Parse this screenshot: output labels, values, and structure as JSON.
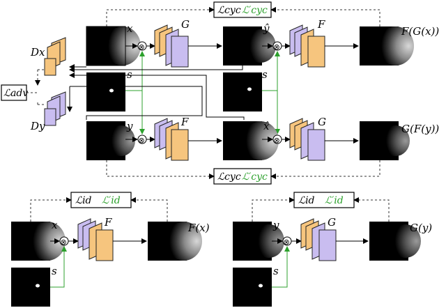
{
  "colors": {
    "generator_orange": "#f6c57e",
    "generator_purple": "#c9bdf0",
    "consistency_arrow_green": "#2ca02c"
  },
  "labels": {
    "x": "x",
    "y": "y",
    "s": "s",
    "y_hat": "ŷ",
    "x_hat": "x̂",
    "G": "G",
    "F": "F",
    "F_of_G_x": "F(G(x))",
    "G_of_F_y": "G(F(y))",
    "F_of_x": "F(x)",
    "G_of_y": "G(y)",
    "Dx": "Dx",
    "Dy": "Dy",
    "mult": "⊗"
  },
  "losses": {
    "adv": "ℒadv",
    "cyc": "ℒcyc",
    "cyc_prime": "ℒ′cyc",
    "id": "ℒid",
    "id_prime": "ℒ′id"
  }
}
